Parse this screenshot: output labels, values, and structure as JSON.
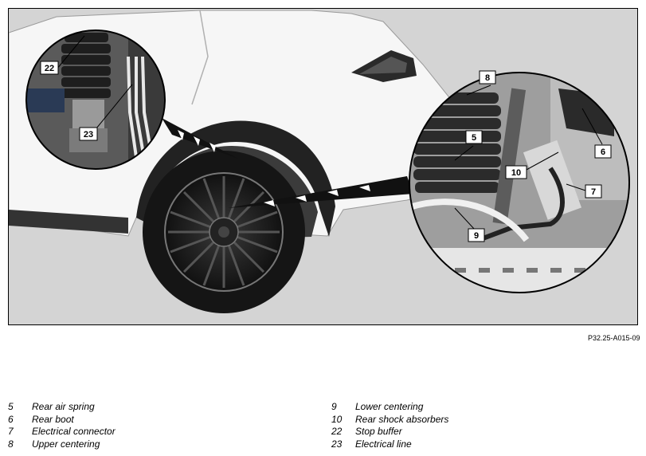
{
  "figure": {
    "callouts": {
      "c22": "22",
      "c23": "23",
      "c8": "8",
      "c5": "5",
      "c6": "6",
      "c10": "10",
      "c7": "7",
      "c9": "9"
    },
    "reference": "P32.25-A015-09"
  },
  "legend": {
    "left": [
      {
        "num": "5",
        "label": "Rear air spring"
      },
      {
        "num": "6",
        "label": "Rear boot"
      },
      {
        "num": "7",
        "label": "Electrical connector"
      },
      {
        "num": "8",
        "label": "Upper centering"
      }
    ],
    "right": [
      {
        "num": "9",
        "label": "Lower centering"
      },
      {
        "num": "10",
        "label": "Rear shock absorbers"
      },
      {
        "num": "22",
        "label": "Stop buffer"
      },
      {
        "num": "23",
        "label": "Electrical line"
      }
    ]
  }
}
